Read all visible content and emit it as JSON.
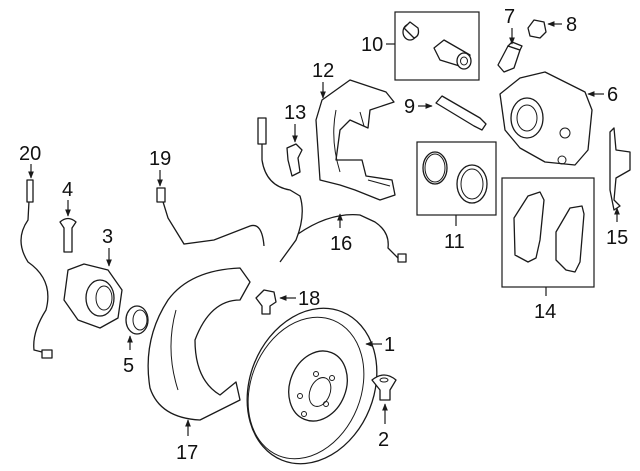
{
  "diagram": {
    "type": "exploded-parts-diagram",
    "subject": "Front brake assembly",
    "callouts": [
      {
        "id": "1",
        "label": "1",
        "part": "rotor"
      },
      {
        "id": "2",
        "label": "2",
        "part": "rotor-screw"
      },
      {
        "id": "3",
        "label": "3",
        "part": "hub-bearing"
      },
      {
        "id": "4",
        "label": "4",
        "part": "hub-bolt"
      },
      {
        "id": "5",
        "label": "5",
        "part": "seal-ring"
      },
      {
        "id": "6",
        "label": "6",
        "part": "caliper"
      },
      {
        "id": "7",
        "label": "7",
        "part": "bleeder-screw"
      },
      {
        "id": "8",
        "label": "8",
        "part": "bleeder-cap"
      },
      {
        "id": "9",
        "label": "9",
        "part": "guide-pin"
      },
      {
        "id": "10",
        "label": "10",
        "part": "guide-bushing-kit"
      },
      {
        "id": "11",
        "label": "11",
        "part": "piston-seal-kit"
      },
      {
        "id": "12",
        "label": "12",
        "part": "caliper-support"
      },
      {
        "id": "13",
        "label": "13",
        "part": "support-bolt"
      },
      {
        "id": "14",
        "label": "14",
        "part": "brake-pads"
      },
      {
        "id": "15",
        "label": "15",
        "part": "anti-rattle-clip"
      },
      {
        "id": "16",
        "label": "16",
        "part": "pad-wear-sensor"
      },
      {
        "id": "17",
        "label": "17",
        "part": "splash-shield"
      },
      {
        "id": "18",
        "label": "18",
        "part": "shield-bolt"
      },
      {
        "id": "19",
        "label": "19",
        "part": "brake-hose"
      },
      {
        "id": "20",
        "label": "20",
        "part": "abs-sensor"
      }
    ]
  }
}
